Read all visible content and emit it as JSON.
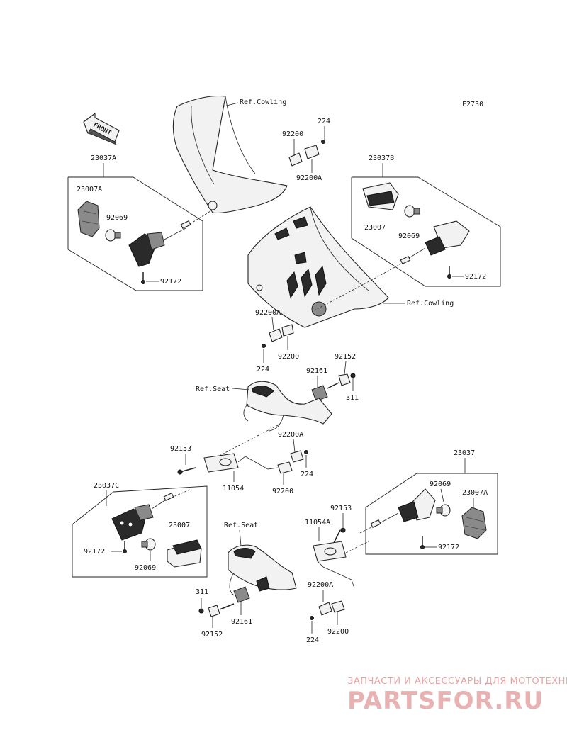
{
  "figure_code": "F2730",
  "front_arrow": "FRONT",
  "refs": {
    "cowling_top": "Ref.Cowling",
    "cowling_mid": "Ref.Cowling",
    "seat_upper": "Ref.Seat",
    "seat_lower": "Ref.Seat"
  },
  "labels": {
    "a_23037A": "23037A",
    "a_23007A": "23007A",
    "a_92069": "92069",
    "a_92172": "92172",
    "b_92200": "92200",
    "b_224": "224",
    "b_92200A": "92200A",
    "c_23037B": "23037B",
    "c_23007": "23007",
    "c_92069": "92069",
    "c_92172": "92172",
    "d_92200A": "92200A",
    "d_92200": "92200",
    "d_224": "224",
    "e_92152": "92152",
    "e_92161": "92161",
    "e_311": "311",
    "f_92153": "92153",
    "f_92200A": "92200A",
    "f_224": "224",
    "f_11054": "11054",
    "f_92200": "92200",
    "g_23037C": "23037C",
    "g_92172": "92172",
    "g_23007": "23007",
    "g_92069": "92069",
    "h_23037": "23037",
    "h_92069": "92069",
    "h_23007A": "23007A",
    "h_92172": "92172",
    "h_92153": "92153",
    "h_11054A": "11054A",
    "i_311": "311",
    "i_92161": "92161",
    "i_92152": "92152",
    "j_92200A": "92200A",
    "j_92200": "92200",
    "j_224": "224"
  },
  "watermark": {
    "line1": "ЗАПЧАСТИ И АКСЕССУАРЫ ДЛЯ МОТОТЕХНИКИ",
    "line2": "PARTSFOR.RU"
  }
}
